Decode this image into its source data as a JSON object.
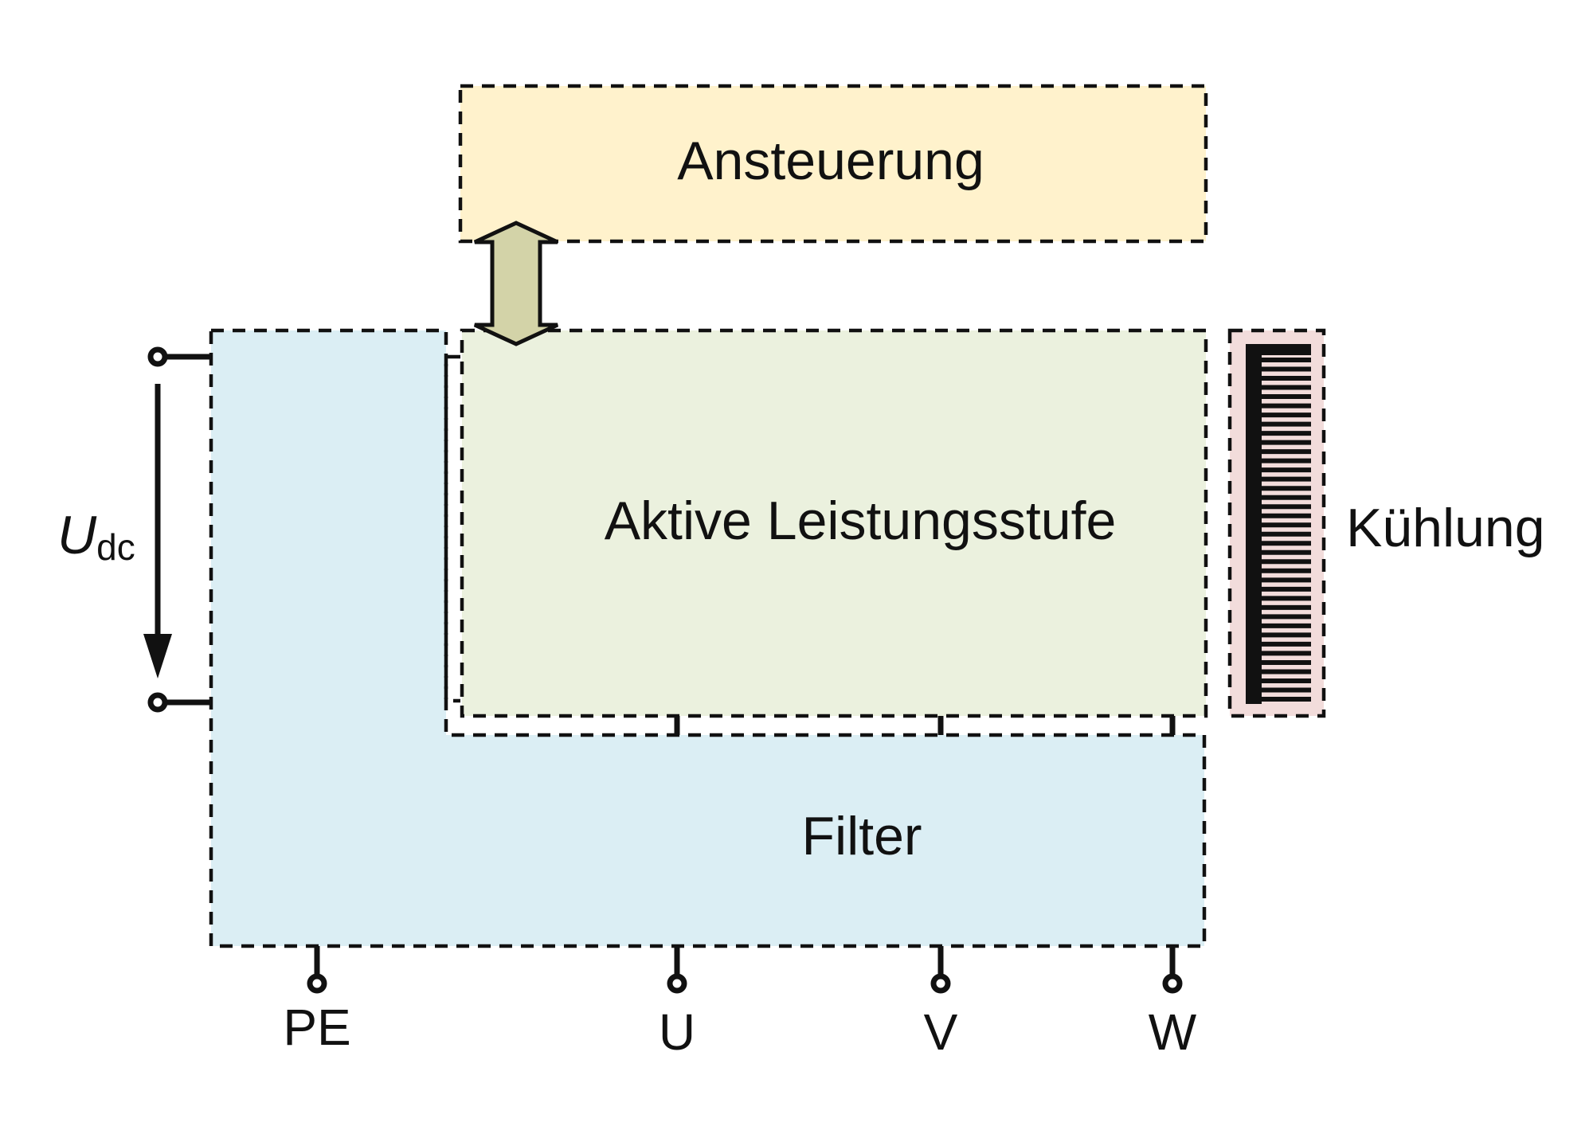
{
  "blocks": {
    "ansteuerung": "Ansteuerung",
    "leistungsstufe": "Aktive Leistungsstufe",
    "filter": "Filter",
    "kuehlung": "Kühlung"
  },
  "dc_voltage": {
    "symbol": "U",
    "subscript": "dc"
  },
  "terminals": {
    "pe": "PE",
    "u": "U",
    "v": "V",
    "w": "W"
  },
  "colors": {
    "ansteuerung_fill": "#fff2cc",
    "leistungsstufe_fill": "#ebf1de",
    "filter_fill": "#dbeef4",
    "kuehlung_fill": "#f2dcdb",
    "arrow_fill": "#d3d3a8"
  }
}
